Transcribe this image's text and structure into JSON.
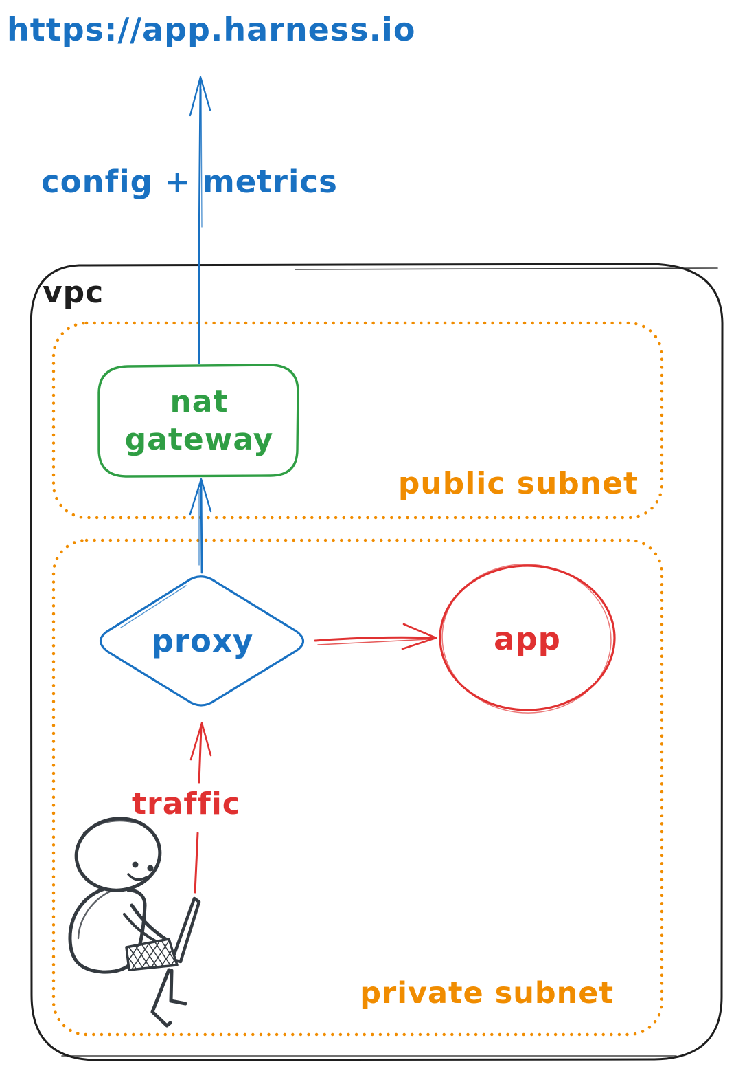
{
  "diagram": {
    "title": "https://app.harness.io",
    "vpc_label": "vpc",
    "public_subnet_label": "public subnet",
    "private_subnet_label": "private subnet",
    "nodes": {
      "nat_gateway": {
        "line1": "nat",
        "line2": "gateway"
      },
      "proxy": "proxy",
      "app": "app"
    },
    "arrows": {
      "config_metrics": "config + metrics",
      "traffic": "traffic"
    },
    "icons": {
      "person": "person-with-laptop-icon"
    },
    "colors": {
      "blue": "#1971c2",
      "green": "#2f9e44",
      "orange": "#f08c00",
      "red": "#e03131",
      "ink": "#1e1e1e",
      "person": "#343a40",
      "background": "#ffffff"
    }
  }
}
